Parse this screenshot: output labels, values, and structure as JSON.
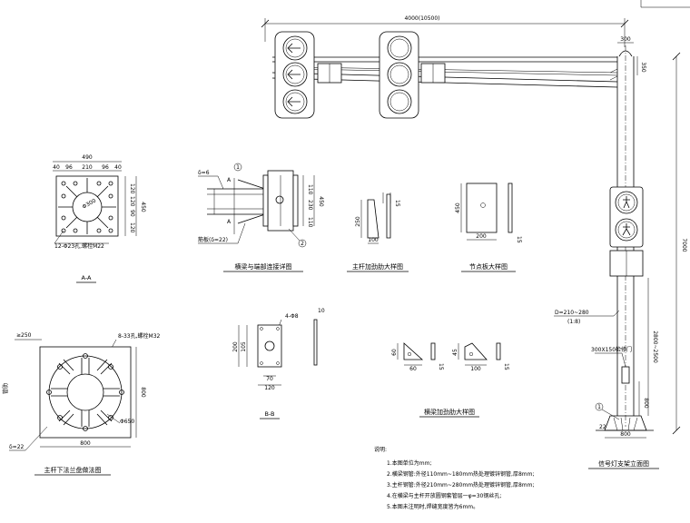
{
  "dims": {
    "arm_length": "4000(10500)",
    "pole_top_width": "300",
    "pole_top_height": "350",
    "pole_height": "7000",
    "lower_height": "2800~2500",
    "base_h": "800",
    "base_w": "800",
    "base_small": "22",
    "pole_diameter": "D=210~280",
    "pole_ratio": "(1:8)",
    "door": "300X150检修门",
    "aa_total": "490",
    "aa_parts": [
      "40",
      "96",
      "210",
      "96",
      "40"
    ],
    "aa_side": [
      "120",
      "120",
      "90",
      "120"
    ],
    "aa_side_total": "450",
    "aa_bolt": "12-Φ23孔,螺栓M22",
    "aa_center": "Φ300",
    "arm_plate": "δ=6",
    "arm_stiff": "筋板(δ=22)",
    "conn_side": [
      "110",
      "230",
      "110"
    ],
    "conn_side_total": "450",
    "plate_a_h": "250",
    "plate_a_w": "100",
    "plate_a_t": "15",
    "plate_b_h": "450",
    "plate_b_w": "200",
    "plate_b_t": "15",
    "flange_top": "≥250",
    "flange_bolt": "8-33孔,螺栓M32",
    "flange_w": "800",
    "flange_h": "800",
    "flange_d": "Φ650",
    "flange_t": "δ=22",
    "bb_top": "4-Φ8",
    "bb_t": "10",
    "bb_h": [
      "105",
      "200"
    ],
    "bb_w": [
      "120",
      "70"
    ],
    "stiff_a": [
      "60",
      "60",
      "15"
    ],
    "stiff_b": [
      "45",
      "100",
      "15"
    ],
    "circle_1": "1",
    "circle_2": "2",
    "circle_pole": "1"
  },
  "labels": {
    "aa": "A-A",
    "bb": "B-B",
    "section_a": "A",
    "arm_detail": "横梁与端部连接详图",
    "main_stiff": "主杆加劲肋大样图",
    "node_plate": "节点板大样图",
    "flange_title": "主杆下法兰盘做法图",
    "beam_stiff": "横梁加劲肋大样图",
    "elevation": "信号灯支架立面图",
    "side_label": "管肋"
  },
  "notes": {
    "title": "说明:",
    "items": [
      "1.本图单位为mm;",
      "2.横梁钢管:外径110mm~180mm热处理镀锌钢管,厚8mm;",
      "3.主杆钢管:外径210mm~280mm热处理镀锌钢管,厚8mm;",
      "4.在横梁与主杆开放圆钢套管层一φ=30钢丝孔;",
      "5.本图未注明时,焊缝宽度皆为6mm。"
    ]
  }
}
